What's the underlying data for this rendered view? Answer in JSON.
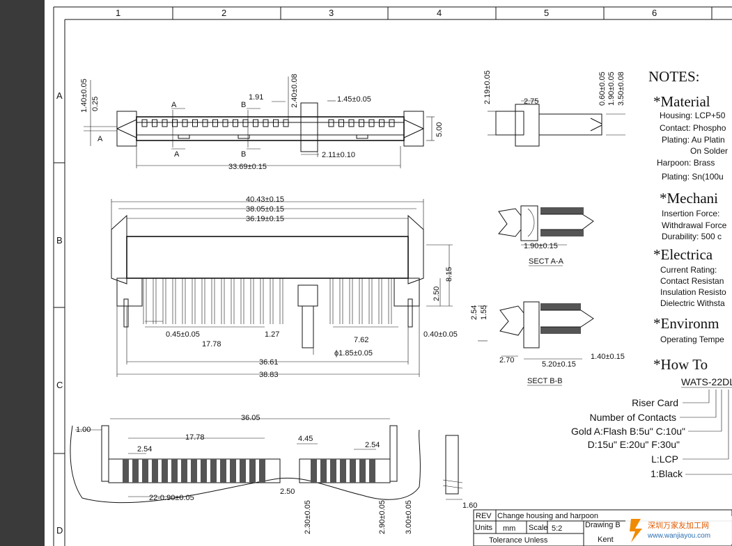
{
  "grid": {
    "cols": [
      "1",
      "2",
      "3",
      "4",
      "5",
      "6"
    ],
    "rows": [
      "A",
      "B",
      "C",
      "D"
    ]
  },
  "top_view": {
    "dims": [
      "1.40±0.05",
      "0.25",
      "A",
      "A",
      "A",
      "B",
      "B",
      "1.91",
      "2.40±0.08",
      "1.45±0.05",
      "5.00",
      "2.11±0.10",
      "33.69±0.15"
    ]
  },
  "side_view": {
    "dims": [
      "2.19±0.05",
      "2.75",
      "0.60±0.05",
      "1.90±0.05",
      "3.50±0.08"
    ]
  },
  "front_view": {
    "dims": [
      "40.43±0.15",
      "38.05±0.15",
      "36.19±0.15",
      "8.15",
      "2.50",
      "0.45±0.05",
      "17.78",
      "1.27",
      "7.62",
      "0.40±0.05",
      "ϕ1.85±0.05",
      "36.61",
      "38.83"
    ]
  },
  "sect_a": {
    "dim": "1.90±0.15",
    "title": "SECT A-A"
  },
  "sect_b": {
    "dims": [
      "2.54",
      "1.55",
      "2.70",
      "5.20±0.15",
      "1.40±0.15"
    ],
    "title": "SECT B-B"
  },
  "bottom_view": {
    "dims": [
      "36.05",
      "1.00",
      "17.78",
      "2.54",
      "4.45",
      "2.54",
      "22-0.90±0.05",
      "2.50",
      "1.60",
      "2.30±0.05",
      "2.90±0.05",
      "3.00±0.05"
    ]
  },
  "notes": {
    "title": "NOTES:",
    "material": "*Material",
    "material_lines": [
      "Housing: LCP+50",
      "Contact: Phospho",
      "Plating: Au Platin",
      "On Solder",
      "Harpoon: Brass",
      "Plating: Sn(100u"
    ],
    "mechanical": "*Mechani",
    "mechanical_lines": [
      "Insertion Force:",
      "Withdrawal Force",
      "Durability: 500 c"
    ],
    "electrical": "*Electrica",
    "electrical_lines": [
      "Current Rating:",
      "Contact Resistan",
      "Insulation Resisto",
      "Dielectric Withsta"
    ],
    "environmental": "*Environm",
    "environmental_lines": [
      "Operating Tempe"
    ],
    "howto": "*How To",
    "part_number": "WATS-22DL",
    "legend": [
      "Riser Card",
      "Number of Contacts",
      "Gold A:Flash B:5u\" C:10u\"",
      "D:15u\" E:20u\" F:30u\"",
      "L:LCP",
      "1:Black"
    ]
  },
  "title_block": {
    "rev": "REV",
    "rev_text": "Change housing and harpoon",
    "units": "Units",
    "units_val": "mm",
    "scale": "Scale",
    "scale_val": "5:2",
    "drawing": "Drawing B",
    "tolerance": "Tolerance Unless",
    "kent": "Kent",
    "watermark_cn": "深圳万家友加工网",
    "watermark_url": "www.wanjiayou.com"
  }
}
